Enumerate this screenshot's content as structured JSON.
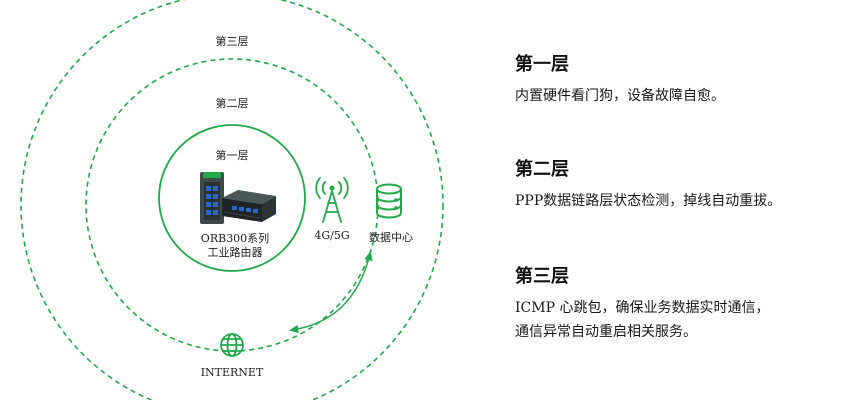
{
  "diagram": {
    "ring_labels": {
      "outer": "第三层",
      "middle": "第二层",
      "inner": "第一层"
    },
    "router_label_line1": "ORB300系列",
    "router_label_line2": "工业路由器",
    "cell_label": "4G/5G",
    "datacenter_label": "数据中心",
    "internet_label": "INTERNET",
    "colors": {
      "accent_green": "#22a94a",
      "router_body": "#3d4a4a",
      "router_ports": "#2a66c9",
      "router_dark": "#1f2527"
    },
    "icons": [
      "router-device-icon",
      "cell-tower-icon",
      "database-icon",
      "globe-icon"
    ]
  },
  "descriptions": [
    {
      "title": "第一层",
      "lines": [
        "内置硬件看门狗，设备故障自愈。"
      ]
    },
    {
      "title": "第二层",
      "lines": [
        "PPP数据链路层状态检测，掉线自动重拔。"
      ]
    },
    {
      "title": "第三层",
      "lines": [
        "ICMP 心跳包，确保业务数据实时通信，",
        "通信异常自动重启相关服务。"
      ]
    }
  ]
}
